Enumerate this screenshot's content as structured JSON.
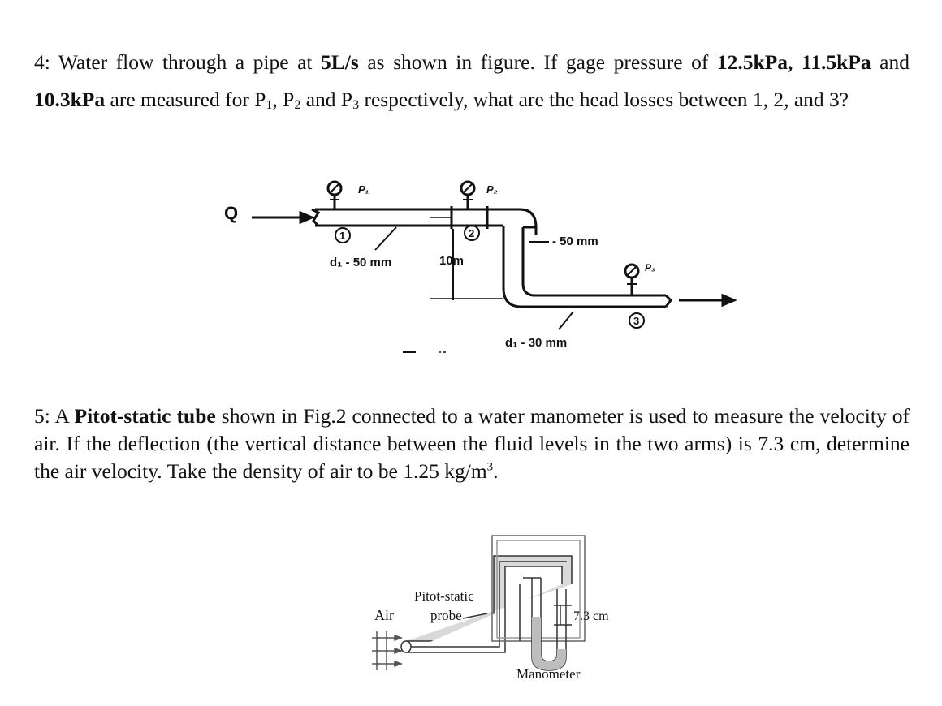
{
  "question4": {
    "prefix": "4: Water flow through a pipe at ",
    "flow": "5L/s",
    "mid1": " as shown in figure. If gage pressure of ",
    "pressures": "12.5kPa, 11.5kPa",
    "mid2": " and ",
    "pressure3": "10.3kPa",
    "mid3": " are measured for P",
    "sub1": "1",
    "mid4": ", P",
    "sub2": "2",
    "mid5": " and P",
    "sub3": "3",
    "suffix": " respectively, what are the head losses between 1, 2, and 3?"
  },
  "figure1": {
    "flow_label": "Q",
    "gauge1": "P₁",
    "gauge2": "P₂",
    "gauge3": "P₃",
    "point1": "1",
    "point2": "2",
    "point3": "3",
    "d1_left": "d₁ - 50 mm",
    "height": "10m",
    "d_vertical": "- 50 mm",
    "d_bottom": "d₁ - 30 mm"
  },
  "question5": {
    "prefix": "5: A ",
    "bold": "Pitot-static tube",
    "mid": " shown in Fig.2 connected to a water manometer is used to measure the velocity of air. If the deflection (the vertical distance between the fluid levels in the two arms) is 7.3 cm, determine the air velocity. Take the density of air to be 1.25 kg/m",
    "sup": "3",
    "suffix": "."
  },
  "figure2": {
    "air_label": "Air",
    "probe_label_1": "Pitot-static",
    "probe_label_2": "probe",
    "deflection": "7.3 cm",
    "manometer_label": "Manometer"
  }
}
